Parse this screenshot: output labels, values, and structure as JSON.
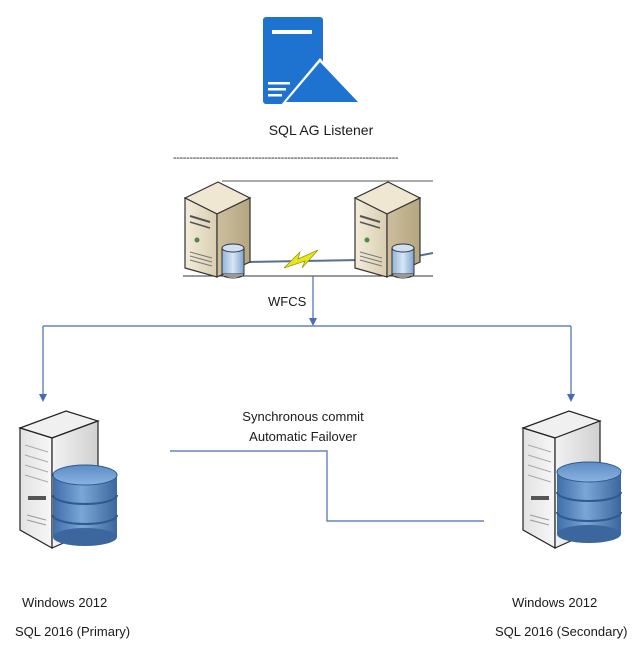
{
  "listener": {
    "title": "SQL AG Listener",
    "icon": "sql-ag-listener-icon",
    "icon_color": "#1e73d0"
  },
  "separator": {
    "text": "---------------------------------------------------------------------"
  },
  "cluster": {
    "label": "WFCS",
    "nodes": [
      {
        "icon": "cluster-server-icon"
      },
      {
        "icon": "cluster-server-icon"
      }
    ],
    "link_icon": "lightning-bolt-icon",
    "link_color": "#e6e61a"
  },
  "replication": {
    "line1": "Synchronous commit",
    "line2": "Automatic Failover",
    "line_color": "#4a6bb5"
  },
  "servers": [
    {
      "os": "Windows 2012",
      "sql": "SQL 2016 (Primary)",
      "icon": "database-server-icon"
    },
    {
      "os": "Windows 2012",
      "sql": "SQL 2016 (Secondary)",
      "icon": "database-server-icon"
    }
  ],
  "connector_color": "#4a6bb5"
}
